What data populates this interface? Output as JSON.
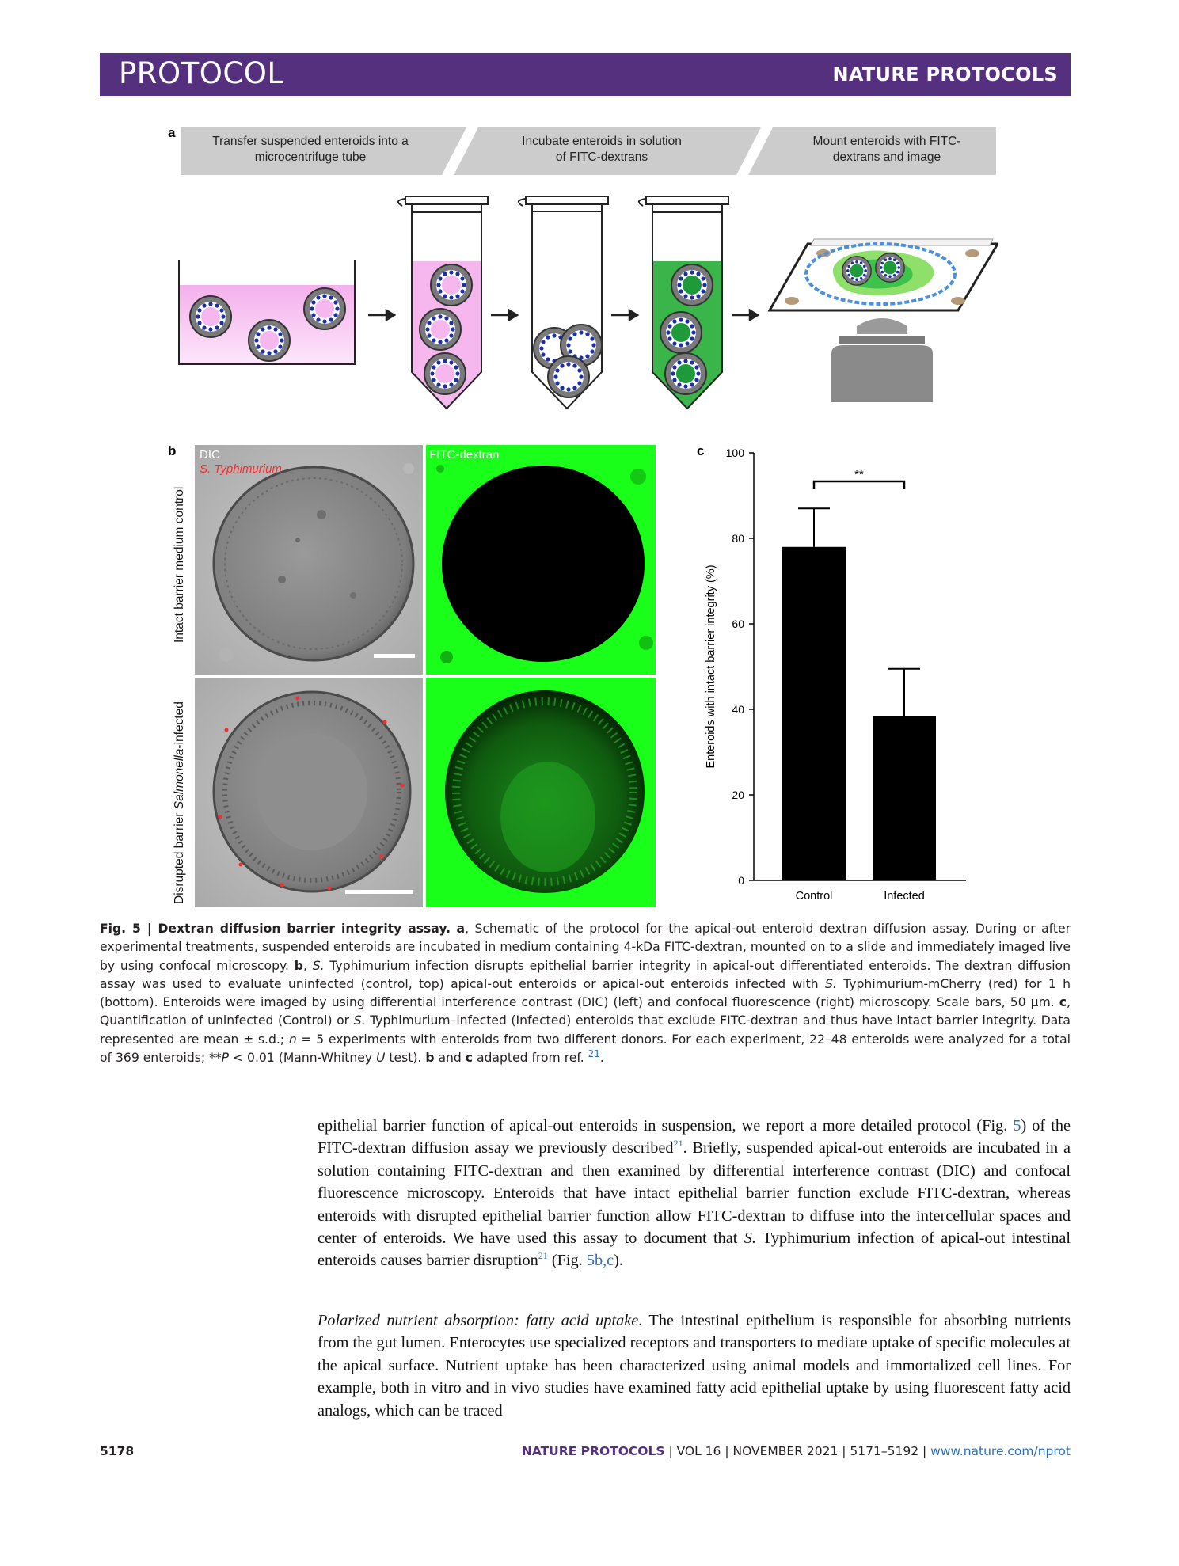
{
  "header": {
    "left": "PROTOCOL",
    "right": "NATURE PROTOCOLS"
  },
  "figure": {
    "panel_a": {
      "letter": "a",
      "steps": [
        "Transfer suspended enteroids into a microcentrifuge tube",
        "Incubate enteroids in solution of FITC-dextrans",
        "Mount enteroids with FITC-dextrans and image"
      ],
      "colors": {
        "pink": "#f6b7ee",
        "green": "#39b54a",
        "banner": "#cccccc",
        "cell_blue": "#2233aa"
      }
    },
    "panel_b": {
      "letter": "b",
      "dic_label": "DIC",
      "infection_label": "S. Typhimurium",
      "fitc_label": "FITC-dextran",
      "row_labels": [
        "Intact barrier medium control",
        "Disrupted barrier Salmonella-infected"
      ],
      "colors": {
        "fitc_green": "#19ff19",
        "infection_red": "#ff2a2a"
      }
    },
    "panel_c": {
      "letter": "c"
    }
  },
  "chart_data": {
    "type": "bar",
    "categories": [
      "Control",
      "Infected"
    ],
    "values": [
      78,
      38.5
    ],
    "error_upper": [
      87,
      49.5
    ],
    "ylabel": "Enteroids with intact barrier integrity (%)",
    "ylim": [
      0,
      100
    ],
    "yticks": [
      "0",
      "20",
      "40",
      "60",
      "80",
      "100"
    ],
    "significance": "**",
    "bar_color": "#000000"
  },
  "caption": {
    "fig_label": "Fig. 5 | Dextran diffusion barrier integrity assay.",
    "text_a_letter": "a",
    "text_a": ", Schematic of the protocol for the apical-out enteroid dextran diffusion assay. During or after experimental treatments, suspended enteroids are incubated in medium containing 4-kDa FITC-dextran, mounted on to a slide and immediately imaged live by using confocal microscopy.",
    "text_b_letter": "b",
    "text_b1": ", ",
    "text_b_s": "S.",
    "text_b2": " Typhimurium infection disrupts epithelial barrier integrity in apical-out differentiated enteroids. The dextran diffusion assay was used to evaluate uninfected (control, top) apical-out enteroids or apical-out enteroids infected with ",
    "text_b_s2": "S.",
    "text_b3": " Typhimurium-mCherry (red) for 1 h (bottom). Enteroids were imaged by using differential interference contrast (DIC) (left) and confocal fluorescence (right) microscopy. Scale bars, 50 μm.",
    "text_c_letter": "c",
    "text_c1": ", Quantification of uninfected (Control) or ",
    "text_c_s": "S.",
    "text_c2": " Typhimurium–infected (Infected) enteroids that exclude FITC-dextran and thus have intact barrier integrity. Data represented are mean ± s.d.; ",
    "text_c_n": "n",
    "text_c3": " = 5 experiments with enteroids from two different donors. For each experiment, 22–48 enteroids were analyzed for a total of 369 enteroids; **",
    "text_c_p": "P",
    "text_c4": " < 0.01 (Mann-Whitney ",
    "text_c_u": "U",
    "text_c5": " test). ",
    "text_end_b": "b",
    "text_end_and": " and ",
    "text_end_c": "c",
    "text_end": " adapted from ref. ",
    "ref": "21",
    "end_period": "."
  },
  "body": {
    "p1_a": "epithelial barrier function of apical-out enteroids in suspension, we report a more detailed protocol (Fig. ",
    "p1_ref_fig": "5",
    "p1_b": ") of the FITC-dextran diffusion assay we previously described",
    "p1_ref1": "21",
    "p1_c": ". Briefly, suspended apical-out enteroids are incubated in a solution containing FITC-dextran and then examined by differential interference contrast (DIC) and confocal fluorescence microscopy. Enteroids that have intact epithelial barrier function exclude FITC-dextran, whereas enteroids with disrupted epithelial barrier function allow FITC-dextran to diffuse into the intercellular spaces and center of enteroids. We have used this assay to document that ",
    "p1_s": "S.",
    "p1_d": " Typhimurium infection of apical-out intestinal enteroids causes barrier disruption",
    "p1_ref2": "21",
    "p1_e": " (Fig. ",
    "p1_ref_fig2": "5b,c",
    "p1_f": ").",
    "p2_title": "Polarized nutrient absorption: fatty acid uptake",
    "p2_text": ". The intestinal epithelium is responsible for absorbing nutrients from the gut lumen. Enterocytes use specialized receptors and transporters to mediate uptake of specific molecules at the apical surface. Nutrient uptake has been characterized using animal models and immortalized cell lines. For example, both in vitro and in vivo studies have examined fatty acid epithelial uptake by using fluorescent fatty acid analogs, which can be traced"
  },
  "footer": {
    "page": "5178",
    "journal": "NATURE PROTOCOLS",
    "details": " | VOL 16 | NOVEMBER 2021 | 5171–5192 | ",
    "url": "www.nature.com/nprot"
  }
}
